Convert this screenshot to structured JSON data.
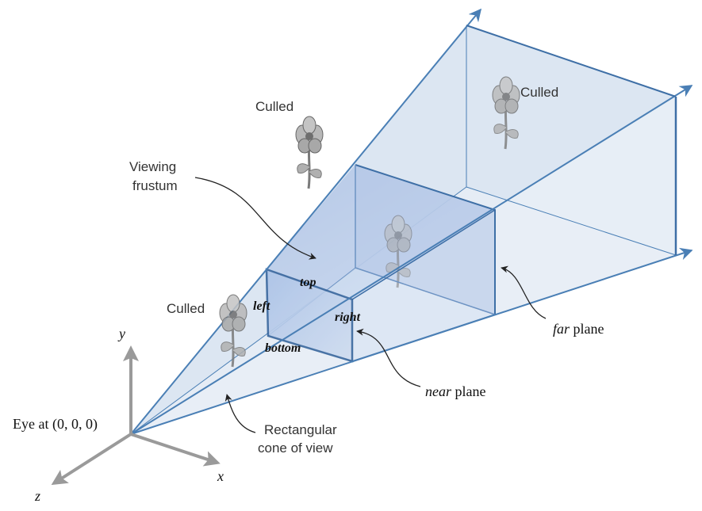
{
  "labels": {
    "culled_top_left": "Culled",
    "culled_far": "Culled",
    "culled_left": "Culled",
    "viewing_frustum_line1": "Viewing",
    "viewing_frustum_line2": "frustum",
    "top": "top",
    "left": "left",
    "right": "right",
    "bottom": "bottom",
    "far_italic": "far",
    "far_rest": " plane",
    "near_italic": "near",
    "near_rest": " plane",
    "eye": "Eye at (0, 0, 0)",
    "cone_line1": "Rectangular",
    "cone_line2": "cone of view",
    "axis_x": "x",
    "axis_y": "y",
    "axis_z": "z"
  },
  "colors": {
    "frustum_edge": "#4a7fb5",
    "frustum_fill_light": "#dce6f2",
    "frustum_fill_mid": "#c5d5ea",
    "frustum_fill_dark": "#9ab7e0",
    "axis": "#9a9a9a",
    "text": "#222222",
    "flower": "#8a8a8a"
  },
  "icons": [
    "flower-icon",
    "arrow-icon"
  ]
}
